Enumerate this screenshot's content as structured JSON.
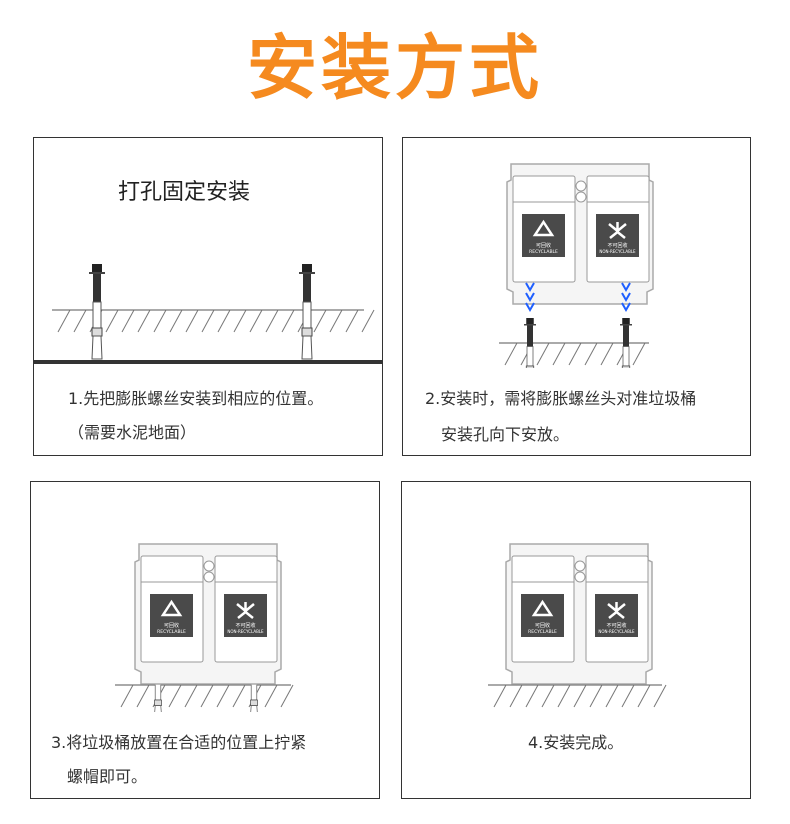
{
  "title": "安装方式",
  "steps": [
    {
      "heading": "打孔固定安装",
      "line1": "1.先把膨胀螺丝安装到相应的位置。",
      "line2": "（需要水泥地面）"
    },
    {
      "line1": "2.安装时，需将膨胀螺丝头对准垃圾桶",
      "line2": "安装孔向下安放。"
    },
    {
      "line1": "3.将垃圾桶放置在合适的位置上拧紧",
      "line2": "螺帽即可。"
    },
    {
      "line1": "4.安装完成。"
    }
  ],
  "bin": {
    "left_label_cn": "可回收",
    "left_label_en": "RECYCLABLE",
    "right_label_cn": "不可回收",
    "right_label_en": "NON-RECYCLABLE"
  },
  "colors": {
    "title": "#f58a1f",
    "arrow": "#1f5fff",
    "sign": "#4a4a4a"
  }
}
